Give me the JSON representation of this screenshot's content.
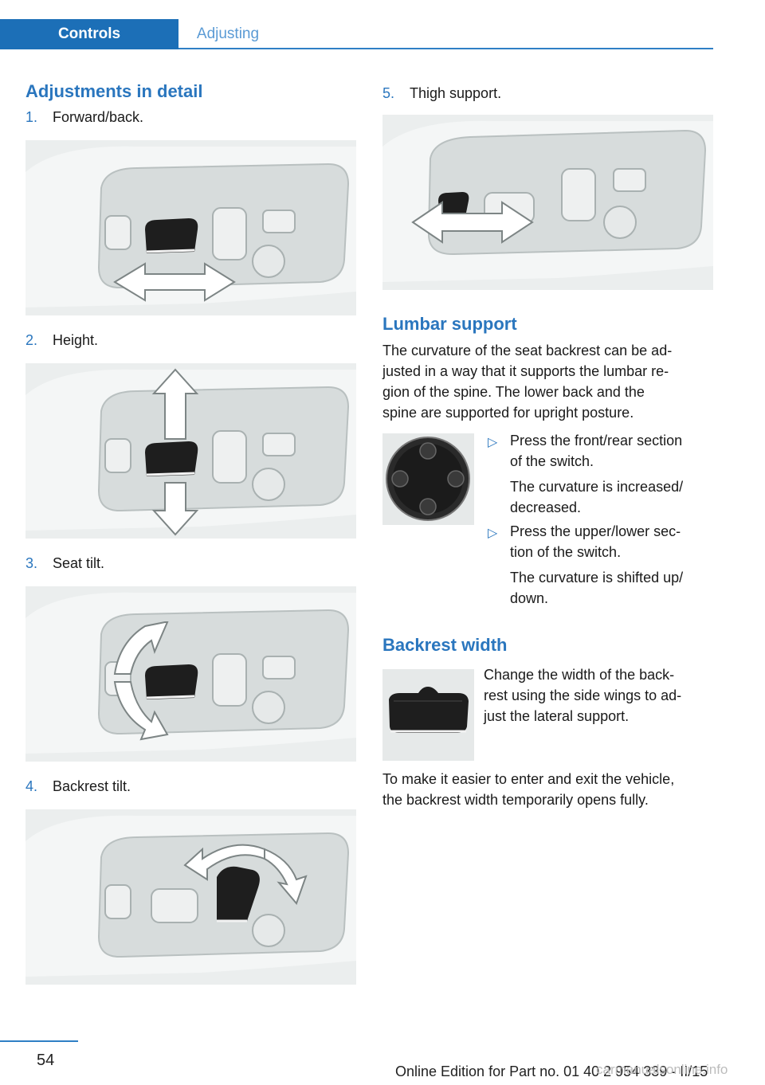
{
  "header": {
    "tab_active": "Controls",
    "tab_inactive": "Adjusting"
  },
  "left": {
    "section_title": "Adjustments in detail",
    "items": [
      {
        "number": "1.",
        "label": "Forward/back."
      },
      {
        "number": "2.",
        "label": "Height."
      },
      {
        "number": "3.",
        "label": "Seat tilt."
      },
      {
        "number": "4.",
        "label": "Backrest tilt."
      }
    ]
  },
  "right": {
    "item5": {
      "number": "5.",
      "label": "Thigh support."
    },
    "lumbar": {
      "title": "Lumbar support",
      "intro": [
        "The curvature of the seat backrest can be ad‐",
        "justed in a way that it supports the lumbar re‐",
        "gion of the spine. The lower back and the",
        "spine are supported for upright posture."
      ],
      "bullets": [
        {
          "marker": "▷",
          "lines": [
            "Press the front/rear section",
            "of the switch."
          ],
          "result": [
            "The curvature is increased/",
            "decreased."
          ]
        },
        {
          "marker": "▷",
          "lines": [
            "Press the upper/lower sec‐",
            "tion of the switch."
          ],
          "result": [
            "The curvature is shifted up/",
            "down."
          ]
        }
      ]
    },
    "backrest": {
      "title": "Backrest width",
      "desc": [
        "Change the width of the back‐",
        "rest using the side wings to ad‐",
        "just the lateral support."
      ],
      "note": [
        "To make it easier to enter and exit the vehicle,",
        "the backrest width temporarily opens fully."
      ]
    }
  },
  "footer": {
    "page_number": "54",
    "edition": "Online Edition for Part no. 01 40 2 954 339 - II/15",
    "watermark": "carmanualsonline.info"
  }
}
